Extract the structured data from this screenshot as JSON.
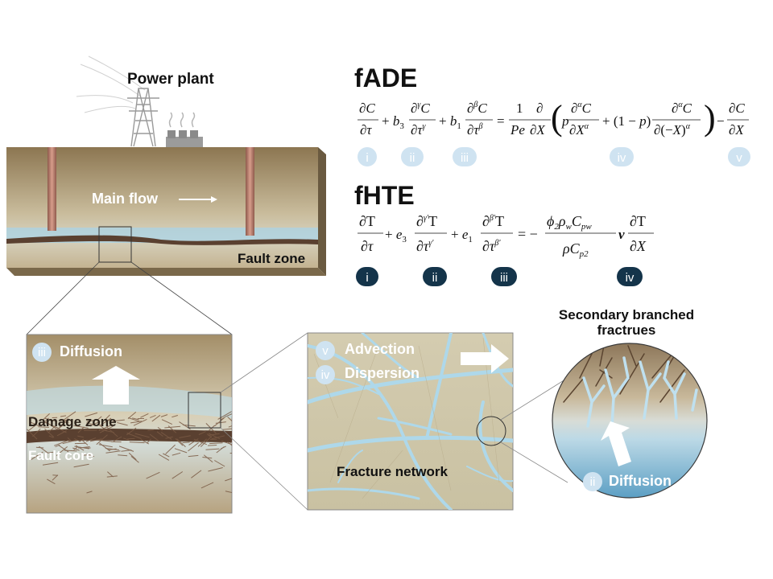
{
  "labels": {
    "power_plant": "Power plant",
    "main_flow": "Main flow",
    "fault_zone": "Fault zone",
    "diffusion_left": "Diffusion",
    "damage_zone": "Damage zone",
    "fault_core": "Fault core",
    "advection": "Advection",
    "dispersion": "Dispersion",
    "fracture_network": "Fracture network",
    "secondary_line1": "Secondary branched",
    "secondary_line2": "fractrues",
    "diffusion_right": "Diffusion"
  },
  "equations": {
    "fade_title": "fADE",
    "fhte_title": "fHTE",
    "fade_badges": [
      "i",
      "ii",
      "iii",
      "iv",
      "v"
    ],
    "fhte_badges": [
      "i",
      "ii",
      "iii",
      "iv"
    ]
  },
  "badges": {
    "diffusion_left": "iii",
    "advection": "v",
    "dispersion": "iv",
    "diffusion_right": "ii"
  },
  "colors": {
    "soil_dark": "#8c7651",
    "soil_light": "#d6ceb7",
    "water": "#a9d3e6",
    "fault": "#5a4030",
    "badge_light": "#cfe3f1",
    "badge_dark": "#14344a",
    "pipe": "#b07a6a"
  }
}
